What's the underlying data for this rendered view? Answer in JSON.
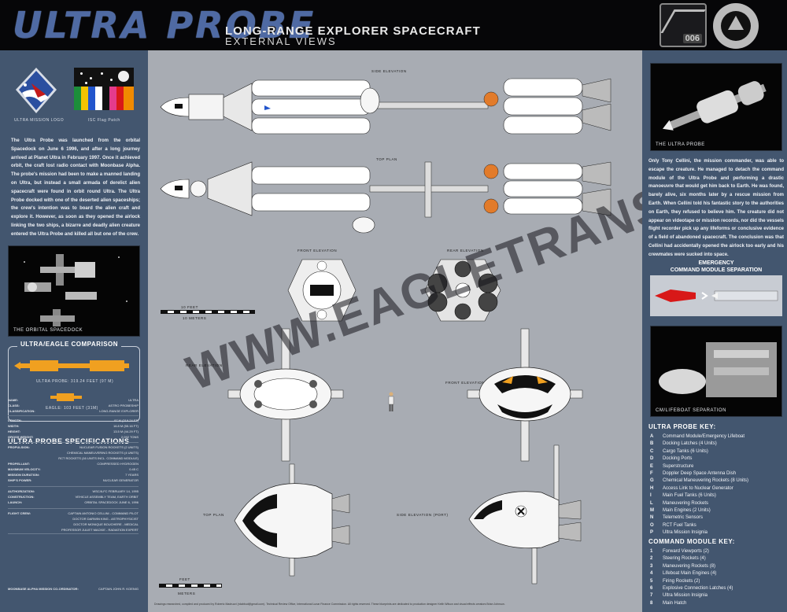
{
  "header": {
    "logo_title": "ULTRA PROBE",
    "main_title": "LONG-RANGE EXPLORER SPACECRAFT",
    "sub_title": "EXTERNAL VIEWS",
    "logo_number": "006"
  },
  "left": {
    "mission_logo_caption": "ULTRA MISSION LOGO",
    "flag_patch_caption": "ISC Flag Patch",
    "story": "The Ultra Probe was launched from the orbital Spacedock on June 6 1996, and after a long journey arrived at Planet Ultra in February 1997. Once it achieved orbit, the craft lost radio contact with Moonbase Alpha. The probe's mission had been to make a manned landing on Ultra, but instead a small armada of derelict alien spacecraft were found in orbit round Ultra. The Ultra Probe docked with one of the deserted alien spaceships; the crew's intention was to board the alien craft and explore it. However, as soon as they opened the airlock linking the two ships, a bizarre and deadly alien creature entered the Ultra Probe and killed all but one of the crew.",
    "spacedock_caption": "THE ORBITAL SPACEDOCK",
    "comparison_title": "ULTRA/EAGLE COMPARISON",
    "comparison_ultra": "ULTRA PROBE: 319.24 FEET (97 M)",
    "comparison_eagle": "EAGLE: 103 FEET (31M)",
    "specs_title": "ULTRA PROBE SPECIFICATIONS",
    "specs": [
      {
        "k": "NAME:",
        "v": "ULTRA"
      },
      {
        "k": "CLASS:",
        "v": "ASTRO PROBESHIP"
      },
      {
        "k": "CLASSIFICATION:",
        "v": "LONG-RANGE EXPLORER"
      },
      {
        "k": "LENGTH:",
        "v": "97 M (319.24 FT)"
      },
      {
        "k": "WIDTH:",
        "v": "16.8 M (55.16 FT)"
      },
      {
        "k": "HEIGHT:",
        "v": "13.5 M (44.29 FT)"
      },
      {
        "k": "GROSS WEIGHT:",
        "v": "2,092 TONS"
      },
      {
        "k": "PROPULSION:",
        "v": "NUCLEAR FUSION ROCKETS (2 UNITS)"
      },
      {
        "k": "",
        "v": "CHEMICAL MANEUVERING ROCKETS (4 UNITS)"
      },
      {
        "k": "",
        "v": "RCT ROCKETS (16 UNITS INCL. COMMAND MODULE)"
      },
      {
        "k": "PROPELLANT:",
        "v": "COMPRESSED HYDROGEN"
      },
      {
        "k": "MAXIMUM VELOCITY:",
        "v": "0.45 C"
      },
      {
        "k": "MISSION DURATION:",
        "v": "7 YEARS"
      },
      {
        "k": "SHIP'S POWER:",
        "v": "NUCLEAR GENERATOR"
      },
      {
        "k": "AUTHORIZATION:",
        "v": "WSC/ILFC FEBRUARY 14, 1995"
      },
      {
        "k": "CONSTRUCTION:",
        "v": "VEHICLE ASSEMBLY TEAM, EARTH ORBIT"
      },
      {
        "k": "LAUNCH:",
        "v": "ORBITAL SPACEDOCK JUNE 6, 1996"
      },
      {
        "k": "FLIGHT CREW:",
        "v": "CAPTAIN ANTONIO CELLINI - COMMAND PILOT"
      },
      {
        "k": "",
        "v": "DOCTOR DARWIN KING - ASTROPHYSICIST"
      },
      {
        "k": "",
        "v": "DOCTOR MONIQUE BOUCHERE - MEDICAL"
      },
      {
        "k": "",
        "v": "PROFESSOR JULIET MACKIE - RADIATION EXPERT"
      }
    ],
    "coordinator_label": "MOONBASE ALPHA MISSION CO-ORDINATOR:",
    "coordinator_value": "CAPTAIN JOHN R. KOENIG"
  },
  "center": {
    "side_elevation": "SIDE ELEVATION",
    "top_plan": "TOP PLAN",
    "front_elevation": "FRONT ELEVATION",
    "rear_elevation": "REAR ELEVATION",
    "scale_feet": "10 FEET",
    "scale_meters": "10 METERS",
    "cm_rear_elevation": "REAR ELEVATION",
    "cm_front_elevation": "FRONT ELEVATION",
    "cm_top_plan": "TOP PLAN",
    "cm_side_elevation": "SIDE ELEVATION (PORT)",
    "cm_scale_feet": "FEET",
    "cm_scale_meters": "METERS",
    "watermark": "WWW.EAGLETRANSPORTER.COM",
    "footnote": "Drawings researched, compiled and produced by Roberto Madruzzi (rdabbud@gmail.com). Technical Review Office, International Lunar Finance Commission. All rights reserved. These blueprints are dedicated to production designer Keith Wilson and visual effects creators Brian Johnson."
  },
  "right": {
    "photo_caption": "THE ULTRA PROBE",
    "story": "Only Tony Cellini, the mission commander, was able to escape the creature. He managed to detach the command module of the Ultra Probe and performing a drastic manoeuvre that would get him back to Earth. He was found, barely alive, six months later by a rescue mission from Earth. When Cellini told his fantastic story to the authorities on Earth, they refused to believe him. The creature did not appear on videotape or mission records, nor did the vessels flight recorder pick up any lifeforms or conclusive evidence of a field of abandoned spacecraft. The conclusion was that Cellini had accidentally opened the airlock too early and his crewmates were sucked into space.",
    "emergency_title_1": "EMERGENCY",
    "emergency_title_2": "COMMAND MODULE SEPARATION",
    "cm_photo_caption": "CM/LIFEBOAT SEPARATION",
    "key_title": "ULTRA PROBE KEY:",
    "key": [
      {
        "l": "A",
        "d": "Command Module/Emergency Lifeboat"
      },
      {
        "l": "B",
        "d": "Docking Latches (4 Units)"
      },
      {
        "l": "C",
        "d": "Cargo Tanks (6 Units)"
      },
      {
        "l": "D",
        "d": "Docking Ports"
      },
      {
        "l": "E",
        "d": "Superstructure"
      },
      {
        "l": "F",
        "d": "Doppler Deep Space Antenna Dish"
      },
      {
        "l": "G",
        "d": "Chemical Maneuvering Rockets (8 Units)"
      },
      {
        "l": "H",
        "d": "Access Link to Nuclear Generator"
      },
      {
        "l": "I",
        "d": "Main Fuel Tanks (6 Units)"
      },
      {
        "l": "L",
        "d": "Maneuvering Rockets"
      },
      {
        "l": "M",
        "d": "Main Engines (2 Units)"
      },
      {
        "l": "N",
        "d": "Telemetric Sensors"
      },
      {
        "l": "O",
        "d": "RCT Fuel Tanks"
      },
      {
        "l": "P",
        "d": "Ultra Mission Insignia"
      }
    ],
    "cm_key_title": "COMMAND MODULE KEY:",
    "cm_key": [
      {
        "l": "1",
        "d": "Forward Viewports (2)"
      },
      {
        "l": "2",
        "d": "Steering Rockets (4)"
      },
      {
        "l": "3",
        "d": "Maneuvering Rockets (8)"
      },
      {
        "l": "4",
        "d": "Lifeboat Main Engines (4)"
      },
      {
        "l": "5",
        "d": "Firing Rockets  (2)"
      },
      {
        "l": "6",
        "d": "Explosive Connection Latches (4)"
      },
      {
        "l": "7",
        "d": "Ultra Mission Insignia"
      },
      {
        "l": "8",
        "d": "Main Hatch"
      }
    ]
  },
  "colors": {
    "panel": "#43566f",
    "canvas": "#a8acb3",
    "title_blue": "#4f6aa3",
    "ultra_orange": "#f0a020",
    "engine_red": "#d81818"
  }
}
